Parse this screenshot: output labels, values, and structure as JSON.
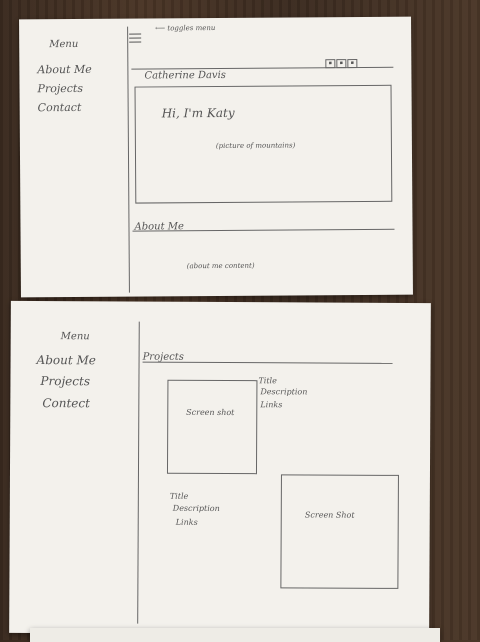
{
  "page_top": {
    "sidebar": {
      "title": "Menu",
      "items": [
        "About Me",
        "Projects",
        "Contact"
      ]
    },
    "topbar": {
      "toggle_note": "toggles menu"
    },
    "header_name": "Catherine Davis",
    "social_icons": [
      "square-icon",
      "square-icon",
      "square-icon"
    ],
    "hero": {
      "greeting": "Hi, I'm Katy",
      "image_note": "(picture of mountains)"
    },
    "about": {
      "heading": "About Me",
      "content_note": "(about me content)"
    }
  },
  "page_bottom": {
    "sidebar": {
      "title": "Menu",
      "items": [
        "About Me",
        "Projects",
        "Contect"
      ]
    },
    "projects": {
      "heading": "Projects",
      "items": [
        {
          "screenshot_label": "Screen shot",
          "title": "Title",
          "description": "Description",
          "links": "Links"
        },
        {
          "screenshot_label": "Screen Shot",
          "title": "Title",
          "description": "Description",
          "links": "Links"
        }
      ]
    }
  }
}
